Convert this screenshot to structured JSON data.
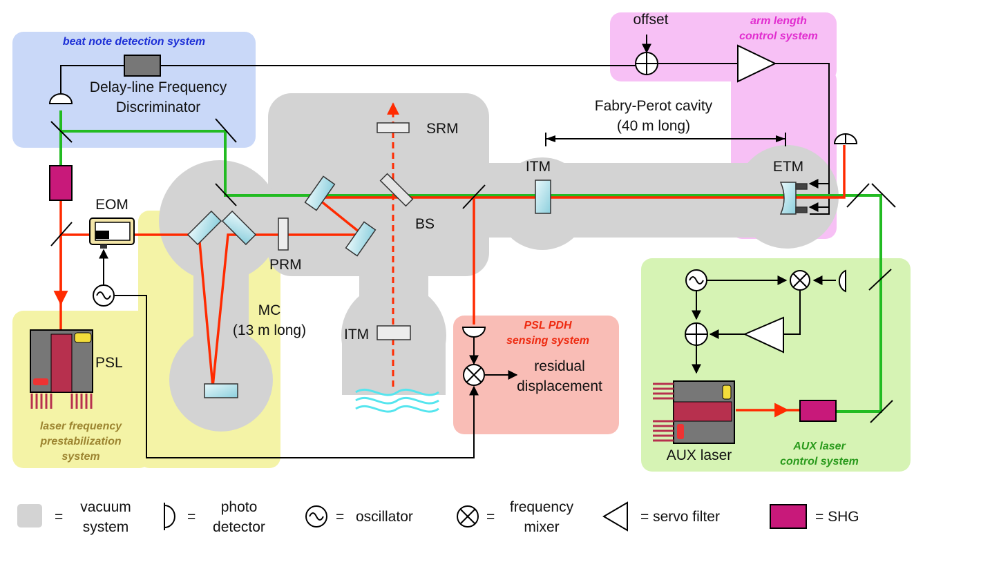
{
  "colors": {
    "vacuum": "#d3d3d3",
    "beat_region": "#c9d8f8",
    "arm_region": "#f7c0f5",
    "prestab_region": "#f4f3a6",
    "pdh_region": "#f9bdb6",
    "aux_region": "#d6f3b4",
    "red_beam": "#ff2a00",
    "green_beam": "#22bb22",
    "shg": "#c8197a",
    "optic": "#bfe6ee"
  },
  "regions": {
    "beat_note": "beat note detection system",
    "arm_length_1": "arm length",
    "arm_length_2": "control system",
    "psl_pdh_1": "PSL PDH",
    "psl_pdh_2": "sensing system",
    "prestab_1": "laser frequency",
    "prestab_2": "prestabilization",
    "prestab_3": "system",
    "aux_control_1": "AUX laser",
    "aux_control_2": "control system"
  },
  "labels": {
    "delay_line_1": "Delay-line Frequency",
    "delay_line_2": "Discriminator",
    "offset": "offset",
    "fp_cavity_1": "Fabry-Perot cavity",
    "fp_cavity_2": "(40 m long)",
    "srm": "SRM",
    "itm_arm": "ITM",
    "etm": "ETM",
    "bs": "BS",
    "eom": "EOM",
    "prm": "PRM",
    "mc_1": "MC",
    "mc_2": "(13 m long)",
    "itm_lower": "ITM",
    "psl": "PSL",
    "residual_1": "residual",
    "residual_2": "displacement",
    "aux_laser": "AUX laser"
  },
  "legend": {
    "vacuum_1": "vacuum",
    "vacuum_2": "system",
    "photo_1": "photo",
    "photo_2": "detector",
    "oscillator": "oscillator",
    "mixer_1": "frequency",
    "mixer_2": "mixer",
    "servo": "= servo filter",
    "shg": "= SHG",
    "eq": "="
  }
}
